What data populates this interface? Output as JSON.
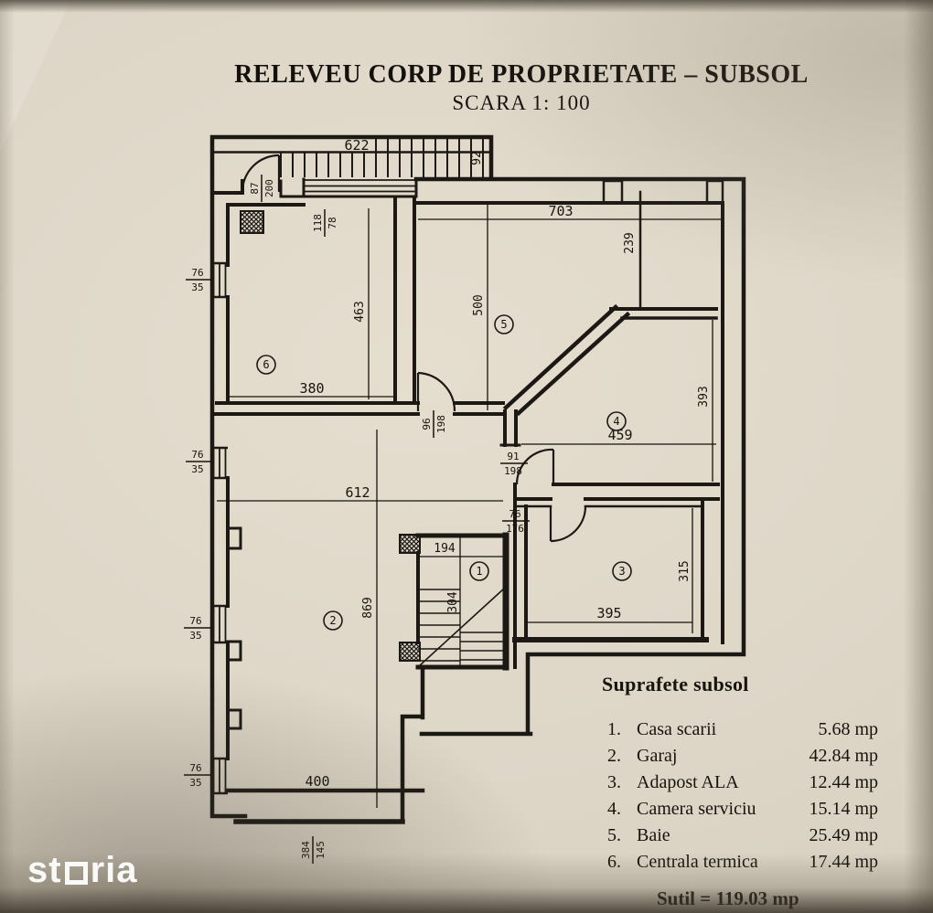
{
  "title": {
    "line1": "RELEVEU CORP DE PROPRIETATE – SUBSOL",
    "line2": "SCARA 1: 100"
  },
  "colors": {
    "ink": "#1c1915",
    "paper": "#ddd6c7",
    "watermark": "#ffffff"
  },
  "plan": {
    "rooms": {
      "r1": "1",
      "r2": "2",
      "r3": "3",
      "r4": "4",
      "r5": "5",
      "r6": "6"
    },
    "dims": {
      "d622": "622",
      "d92": "92",
      "d703": "703",
      "d239": "239",
      "d500": "500",
      "d463": "463",
      "d380": "380",
      "d612": "612",
      "d869": "869",
      "d459": "459",
      "d393": "393",
      "d395": "395",
      "d315": "315",
      "d194": "194",
      "d304": "304",
      "d400": "400"
    },
    "fractions": {
      "f87_200": {
        "num": "87",
        "den": "200"
      },
      "f118_78": {
        "num": "118",
        "den": "78"
      },
      "f96_198": {
        "num": "96",
        "den": "198"
      },
      "f91_198": {
        "num": "91",
        "den": "198"
      },
      "f76_176": {
        "num": "76",
        "den": "176"
      },
      "f76_35": {
        "num": "76",
        "den": "35"
      },
      "f384_145": {
        "num": "384",
        "den": "145"
      }
    }
  },
  "legend": {
    "heading": "Suprafete subsol",
    "rows": [
      {
        "no": "1.",
        "name": "Casa scarii",
        "value": "5.68 mp"
      },
      {
        "no": "2.",
        "name": "Garaj",
        "value": "42.84 mp"
      },
      {
        "no": "3.",
        "name": "Adapost ALA",
        "value": "12.44 mp"
      },
      {
        "no": "4.",
        "name": "Camera serviciu",
        "value": "15.14 mp"
      },
      {
        "no": "5.",
        "name": "Baie",
        "value": "25.49 mp"
      },
      {
        "no": "6.",
        "name": "Centrala termica",
        "value": "17.44 mp"
      }
    ],
    "total": "Sutil = 119.03 mp"
  },
  "watermark": {
    "part1": "st",
    "part2": "ria"
  }
}
